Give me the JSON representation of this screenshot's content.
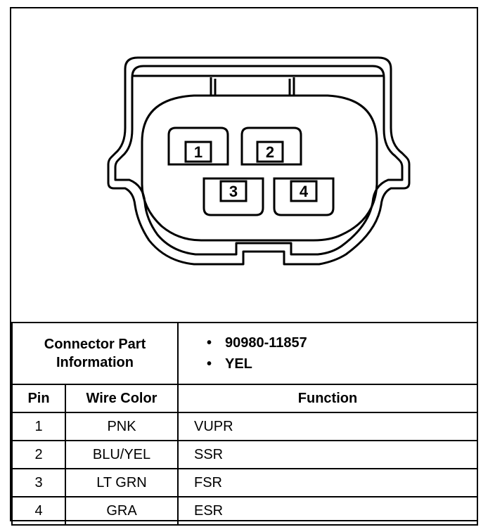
{
  "connector": {
    "pins": [
      {
        "number": "1"
      },
      {
        "number": "2"
      },
      {
        "number": "3"
      },
      {
        "number": "4"
      }
    ]
  },
  "info": {
    "label_line1": "Connector Part",
    "label_line2": "Information",
    "bullet": "•",
    "part_number": "90980-11857",
    "color": "YEL"
  },
  "table": {
    "headers": {
      "pin": "Pin",
      "wire_color": "Wire Color",
      "function": "Function"
    },
    "rows": [
      {
        "pin": "1",
        "wire_color": "PNK",
        "function": "VUPR"
      },
      {
        "pin": "2",
        "wire_color": "BLU/YEL",
        "function": "SSR"
      },
      {
        "pin": "3",
        "wire_color": "LT GRN",
        "function": "FSR"
      },
      {
        "pin": "4",
        "wire_color": "GRA",
        "function": "ESR"
      }
    ]
  }
}
